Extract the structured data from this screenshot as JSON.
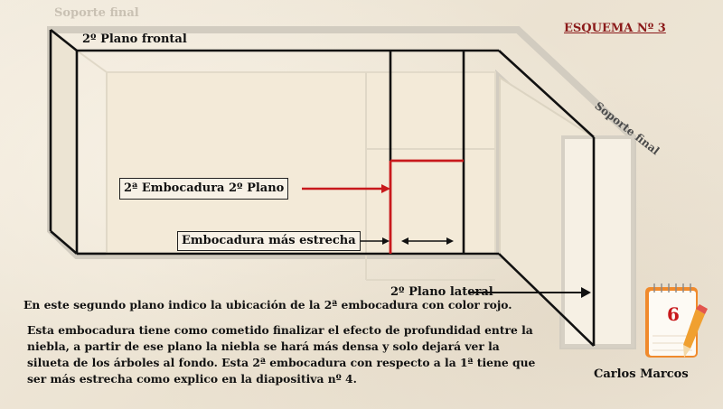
{
  "title": "ESQUEMA Nº 3",
  "labels": {
    "soporte_final_top": "Soporte final",
    "soporte_final_side": "Soporte final",
    "plano_frontal": "2º Plano frontal",
    "embocadura_2": "2ª Embocadura 2º Plano",
    "embocadura_estrecha": "Embocadura más estrecha",
    "plano_lateral": "2º Plano lateral"
  },
  "text": {
    "line1": "En este segundo plano indico  la ubicación de la 2ª embocadura con color rojo.",
    "para": [
      "Esta embocadura tiene como cometido finalizar el efecto de profundidad entre la",
      "niebla, a partir de ese plano la niebla se hará más densa y solo dejará ver la",
      "silueta de los árboles al fondo. Esta 2ª embocadura con respecto a la 1ª tiene que",
      "ser más estrecha como explico en la diapositiva nº 4."
    ]
  },
  "author": "Carlos Marcos",
  "slide_number": "6",
  "colors": {
    "accent_red": "#c8191c",
    "title_red": "#8b1a1a",
    "line_black": "#111111",
    "soporte_gray": "#d6d0c4",
    "panel": "#f4eddd"
  },
  "icons": [
    "notebook-icon",
    "pencil-icon"
  ]
}
